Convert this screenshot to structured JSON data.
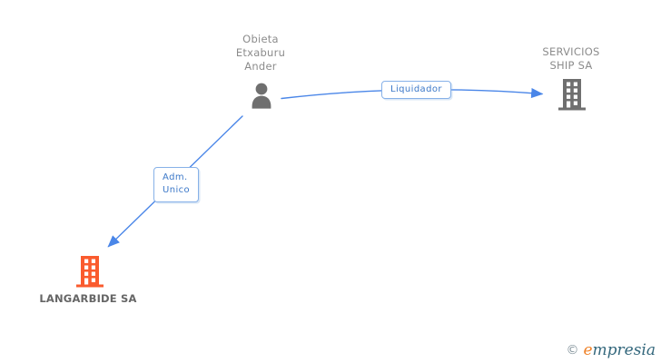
{
  "colors": {
    "edge-blue": "#4a86e8",
    "label-border-blue": "#87b1e8",
    "label-text-blue": "#3c78c8",
    "node-text-gray": "#8c8c8c",
    "icon-gray": "#6f6f6f",
    "building-orange": "#fa5b2e",
    "company-name-dark": "#666666",
    "logo-copyright-gray": "#84949c",
    "logo-e-orange": "#ef8229",
    "logo-text-teal": "#33677c"
  },
  "nodes": {
    "person": {
      "line1": "Obieta",
      "line2": "Etxaburu",
      "line3": "Ander"
    },
    "servicios": {
      "line1": "SERVICIOS",
      "line2": "SHIP SA"
    },
    "langarbide": {
      "name": "LANGARBIDE SA"
    }
  },
  "edges": {
    "liquidador": {
      "label": "Liquidador"
    },
    "adm_unico": {
      "line1": "Adm.",
      "line2": "Unico"
    }
  },
  "footer": {
    "copyright_symbol": "©",
    "brand_initial": "e",
    "brand_rest": "mpresia"
  }
}
